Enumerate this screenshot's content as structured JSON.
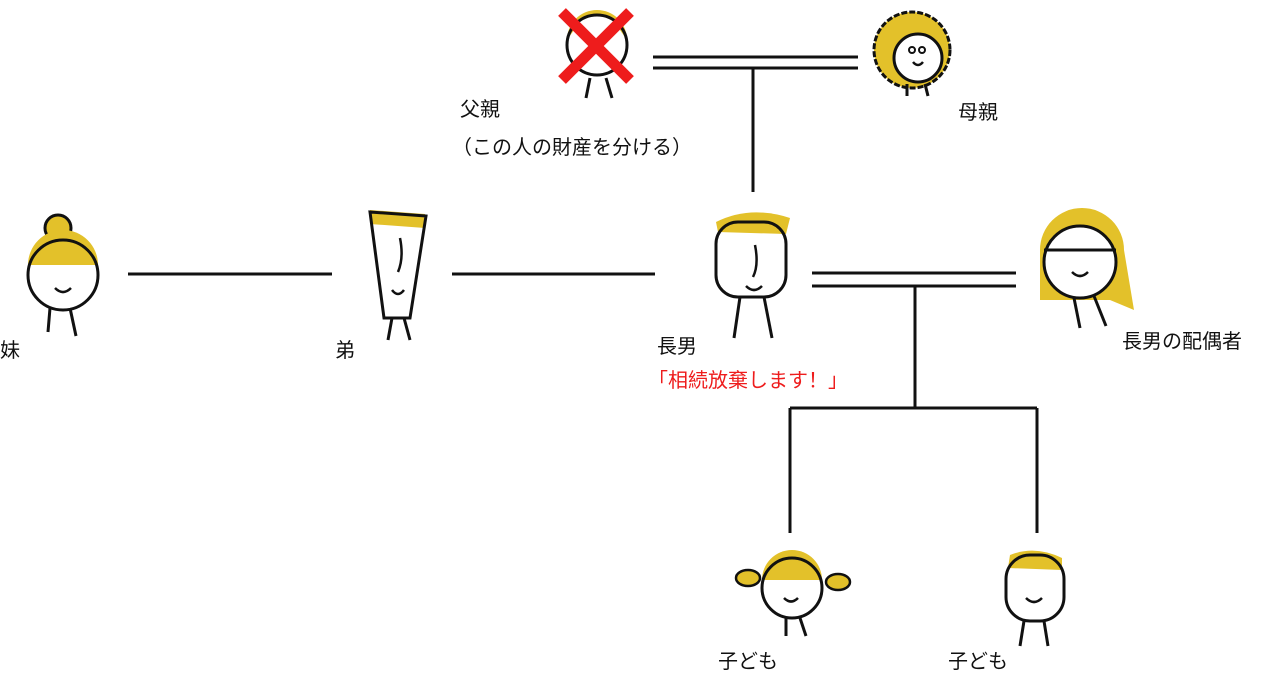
{
  "colors": {
    "hair": "#e3c12a",
    "line": "#111111",
    "cross": "#ee1c1c",
    "note": "#ee1c1c"
  },
  "people": {
    "father": {
      "label": "父親",
      "note": "（この人の財産を分ける）",
      "deceased": true
    },
    "mother": {
      "label": "母親"
    },
    "sister": {
      "label": "妹"
    },
    "brother": {
      "label": "弟"
    },
    "eldest_son": {
      "label": "長男",
      "note": "「相続放棄します！」"
    },
    "spouse": {
      "label": "長男の配偶者"
    },
    "child1": {
      "label": "子ども"
    },
    "child2": {
      "label": "子ども"
    }
  }
}
